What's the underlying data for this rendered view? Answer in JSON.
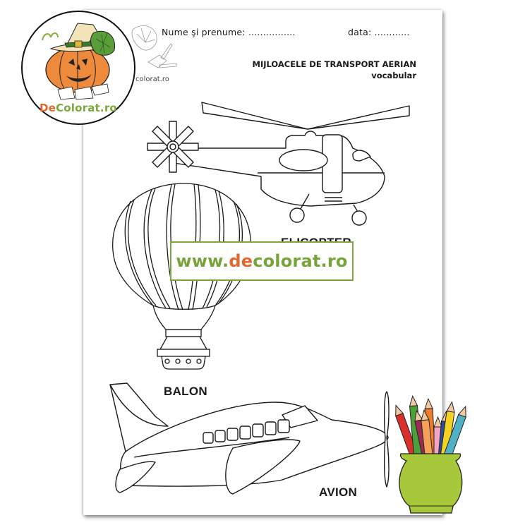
{
  "logo": {
    "brand_prefix": "De",
    "brand_rest": "Colorat.ro",
    "icon": "pumpkin-witch-hat-icon",
    "colors": {
      "prefix": "#e2672f",
      "rest": "#79a83b"
    }
  },
  "worksheet": {
    "name_field": "Nume şi prenume: ................",
    "date_field": "data: ............",
    "title": "MIJLOACELE DE TRANSPORT AERIAN",
    "subtitle": "vocabular",
    "faded_logo_text": "colorat.ro",
    "items": [
      {
        "label": "ELICOPTER",
        "icon": "helicopter-icon"
      },
      {
        "label": "BALON",
        "icon": "hot-air-balloon-icon"
      },
      {
        "label": "AVION",
        "icon": "airplane-icon"
      }
    ]
  },
  "watermark": {
    "prefix": "www.",
    "highlight": "de",
    "suffix": "colorat.ro",
    "colors": {
      "text": "#76a33a",
      "highlight": "#e2672f",
      "border": "#7aa83c"
    }
  },
  "decoration": {
    "icon": "pencil-cup-icon",
    "pencil_colors": [
      "#d8302b",
      "#4aa13a",
      "#9b2d52",
      "#f07d2a",
      "#f4a25a",
      "#f2a6c4",
      "#2e4b9c",
      "#f4d323",
      "#4fb0c6"
    ],
    "cup_color": "#a6c83a"
  }
}
